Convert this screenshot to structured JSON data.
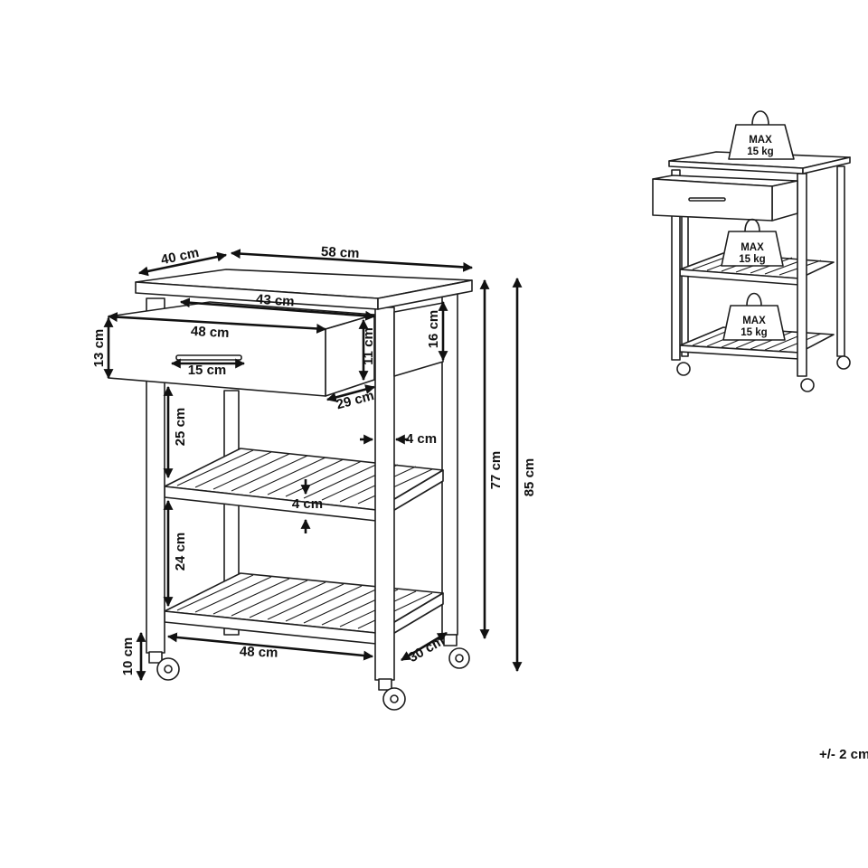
{
  "dimensions": {
    "depth_top": "40 cm",
    "width_top": "58 cm",
    "drawer_inner_width": "43 cm",
    "drawer_outer_width": "48 cm",
    "drawer_front_height": "13 cm",
    "handle_length": "15 cm",
    "drawer_inner_height": "11 cm",
    "drawer_box_height": "16 cm",
    "drawer_depth": "29 cm",
    "gap_drawer_to_shelf": "25 cm",
    "leg_width": "4 cm",
    "shelf_thickness": "4 cm",
    "gap_between_shelves": "24 cm",
    "total_height_no_wheels": "77 cm",
    "total_height": "85 cm",
    "wheel_height": "10 cm",
    "bottom_shelf_width": "48 cm",
    "bottom_shelf_depth": "30 cm"
  },
  "load_limits": [
    {
      "label": "MAX",
      "value": "15 kg"
    },
    {
      "label": "MAX",
      "value": "15 kg"
    },
    {
      "label": "MAX",
      "value": "15 kg"
    }
  ],
  "tolerance": "+/- 2 cm"
}
